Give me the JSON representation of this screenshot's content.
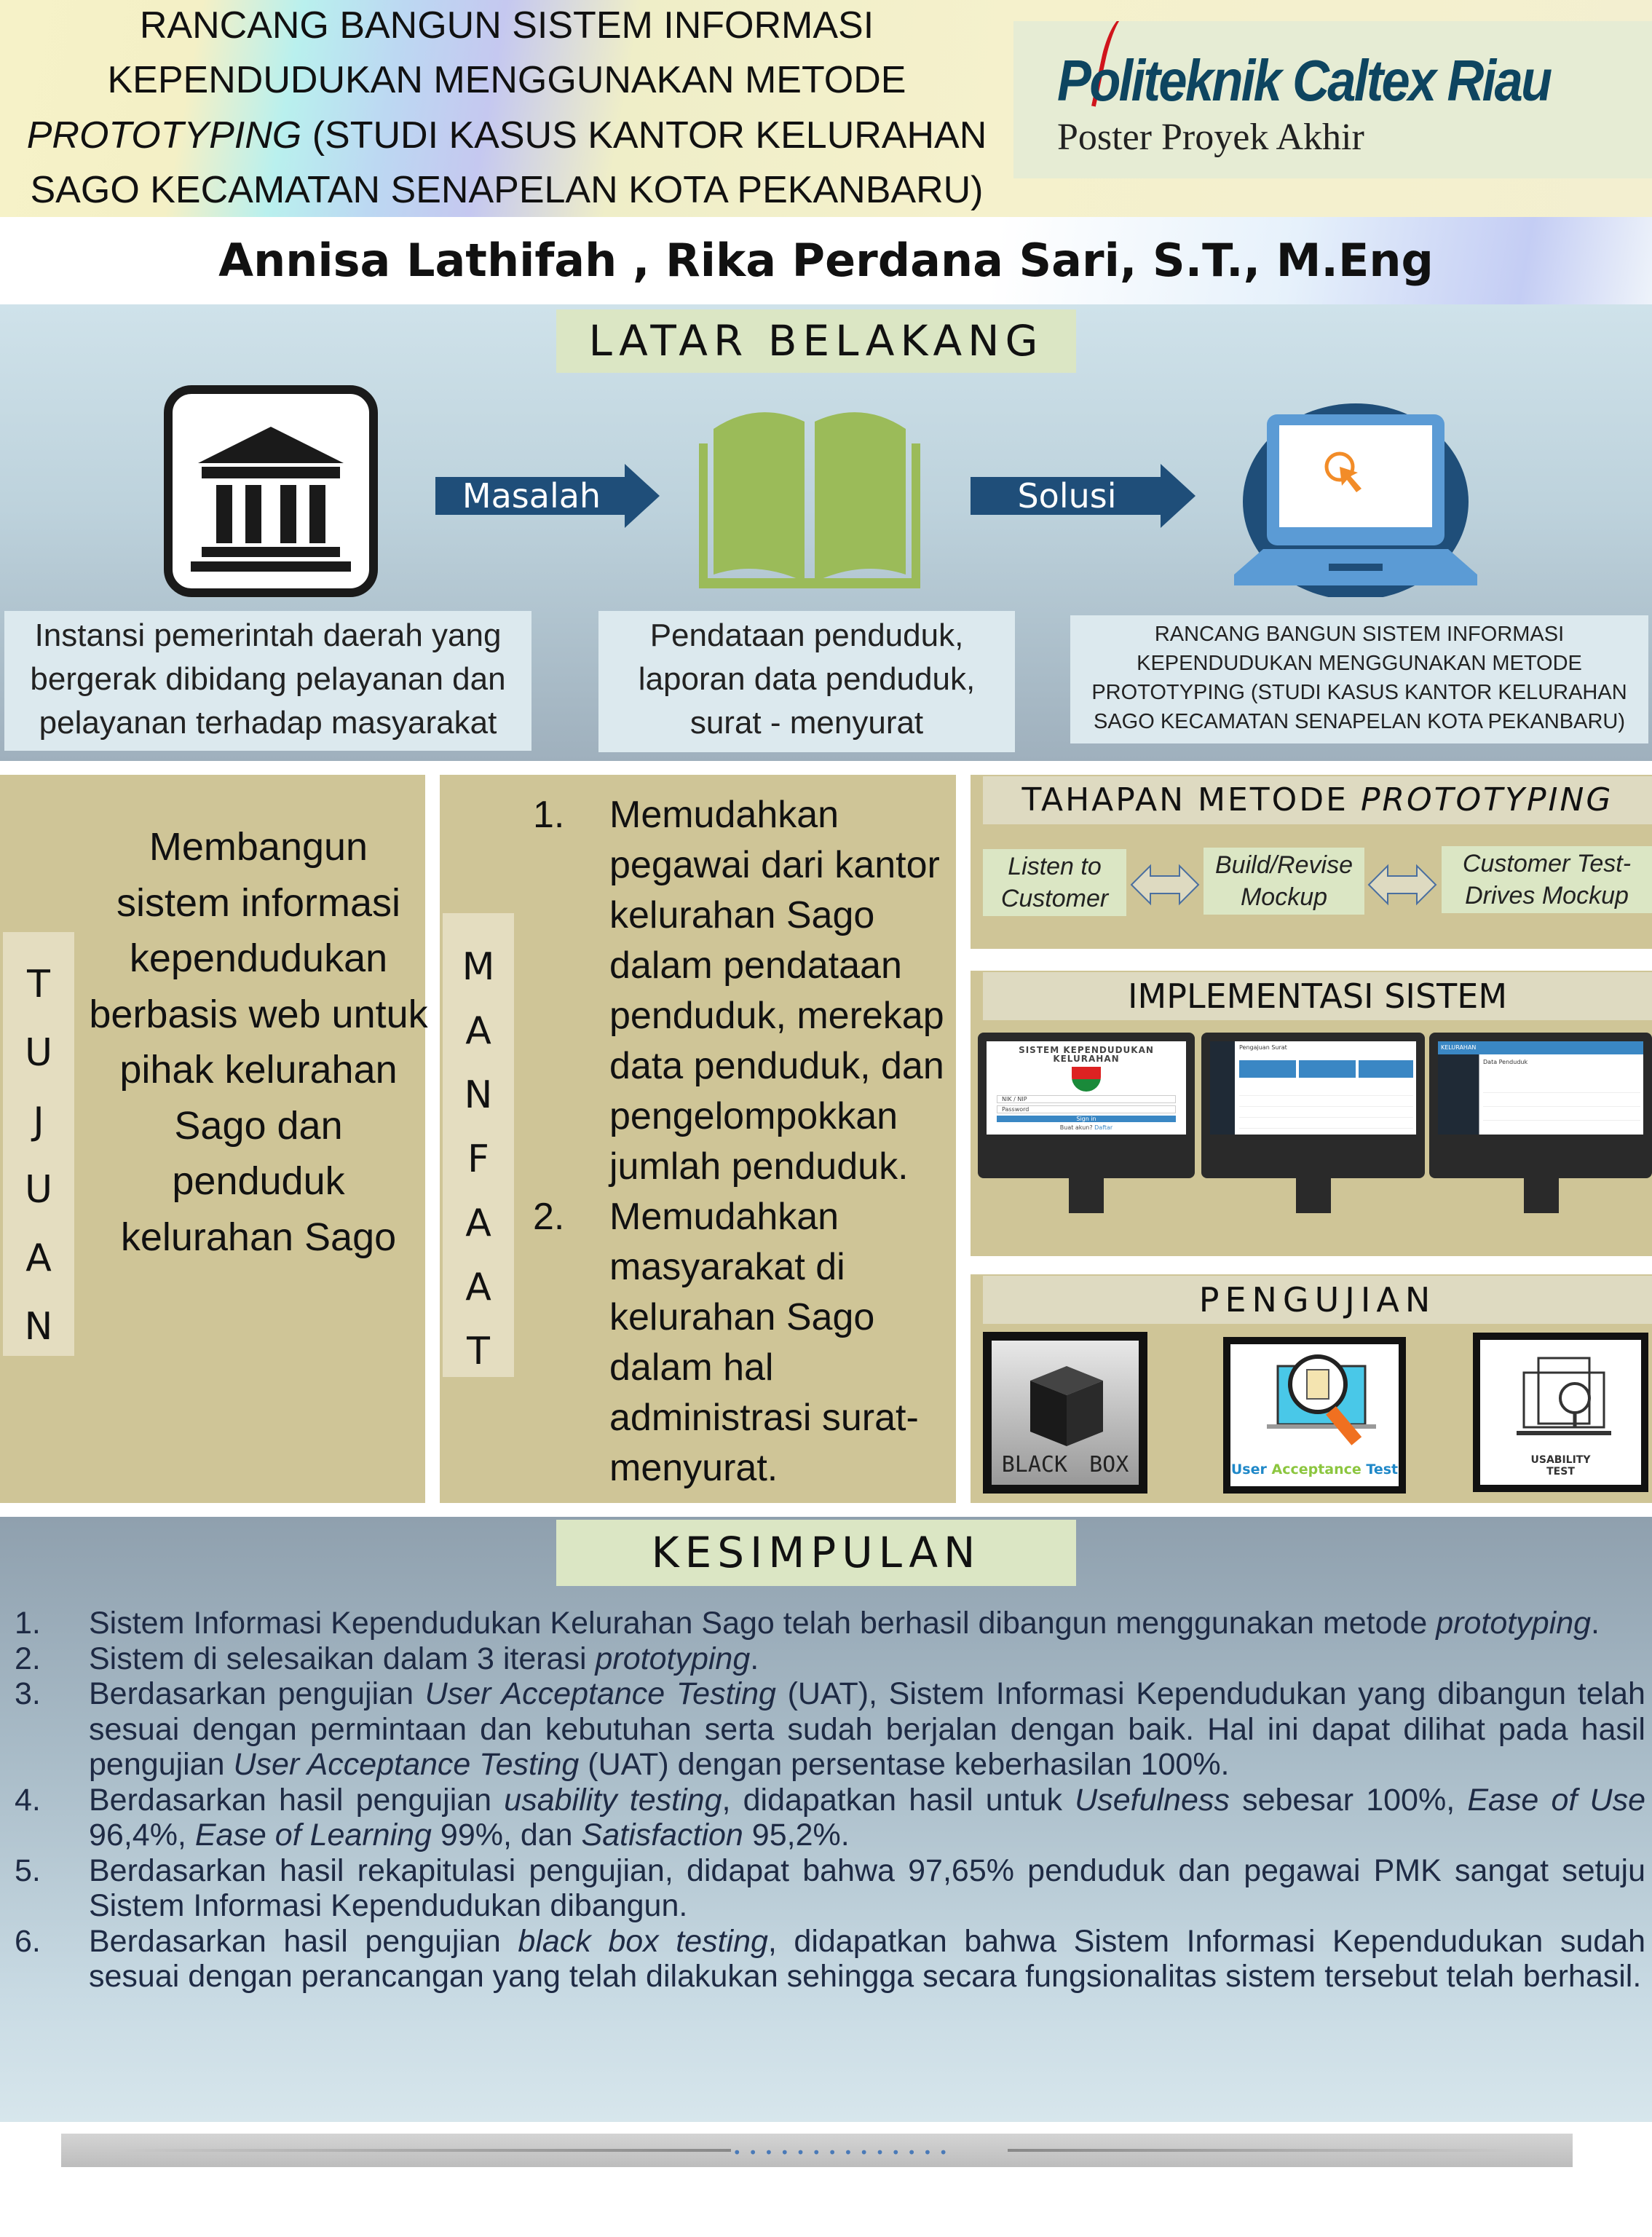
{
  "header": {
    "title_lines": [
      "RANCANG BANGUN SISTEM INFORMASI",
      "KEPENDUDUKAN MENGGUNAKAN METODE"
    ],
    "title_line3_italic": "PROTOTYPING",
    "title_line3_rest": " (STUDI KASUS KANTOR KELURAHAN",
    "title_line4": "SAGO KECAMATAN SENAPELAN KOTA PEKANBARU)",
    "logo_brand": "Politeknik Caltex Riau",
    "logo_sub": "Poster Proyek Akhir",
    "authors": "Annisa Lathifah , Rika Perdana Sari, S.T., M.Eng"
  },
  "latar": {
    "title": "LATAR BELAKANG",
    "arrow1": "Masalah",
    "arrow2": "Solusi",
    "box1": "Instansi pemerintah daerah yang bergerak dibidang pelayanan dan pelayanan terhadap masyarakat",
    "box2": "Pendataan penduduk, laporan data penduduk, surat - menyurat",
    "box3": "RANCANG BANGUN SISTEM INFORMASI KEPENDUDUKAN MENGGUNAKAN METODE PROTOTYPING (STUDI KASUS KANTOR KELURAHAN SAGO KECAMATAN SENAPELAN KOTA PEKANBARU)",
    "icons": [
      "government-building-icon",
      "open-book-icon",
      "laptop-click-icon"
    ]
  },
  "tujuan": {
    "letters": [
      "T",
      "U",
      "J",
      "U",
      "A",
      "N"
    ],
    "text": "Membangun sistem informasi kependudukan berbasis web untuk pihak kelurahan Sago dan penduduk kelurahan Sago"
  },
  "manfaat": {
    "letters": [
      "M",
      "A",
      "N",
      "F",
      "A",
      "A",
      "T"
    ],
    "items": [
      {
        "num": "1.",
        "text": "Memudahkan pegawai dari kantor kelurahan Sago dalam pendataan penduduk, merekap data penduduk, dan pengelompokkan jumlah penduduk."
      },
      {
        "num": "2.",
        "text": "Memudahkan masyarakat di kelurahan Sago dalam hal administrasi surat-menyurat."
      }
    ]
  },
  "tahapan": {
    "title_plain": "TAHAPAN METODE ",
    "title_italic": "PROTOTYPING",
    "steps": [
      "Listen to Customer",
      "Build/Revise Mockup",
      "Customer Test-Drives Mockup"
    ]
  },
  "implementasi": {
    "title": "IMPLEMENTASI SISTEM",
    "login_title": "SISTEM KEPENDUDUKAN KELURAHAN",
    "login_nik": "NIK / NIP",
    "login_password": "Password",
    "login_button": "Sign in",
    "login_register": "Buat akun?",
    "login_register_link": "Daftar",
    "screen2_title": "Pengajuan Surat",
    "screen3_title": "Data Penduduk",
    "screen3_brand": "KELURAHAN"
  },
  "pengujian": {
    "title": "PENGUJIAN",
    "card1": "BLACK BOX",
    "card2_a": "User ",
    "card2_b": "Acceptance",
    "card2_c": " Test",
    "card3": "USABILITY TEST"
  },
  "kesimpulan": {
    "title": "KESIMPULAN",
    "items": [
      {
        "num": "1.",
        "parts": [
          {
            "t": "Sistem Informasi Kependudukan Kelurahan Sago telah berhasil dibangun menggunakan metode "
          },
          {
            "t": "prototyping",
            "i": true
          },
          {
            "t": "."
          }
        ]
      },
      {
        "num": "2.",
        "parts": [
          {
            "t": "Sistem di selesaikan dalam 3 iterasi "
          },
          {
            "t": "prototyping",
            "i": true
          },
          {
            "t": "."
          }
        ]
      },
      {
        "num": "3.",
        "parts": [
          {
            "t": "Berdasarkan pengujian "
          },
          {
            "t": "User Acceptance Testing",
            "i": true
          },
          {
            "t": " (UAT), Sistem Informasi Kependudukan yang dibangun telah sesuai dengan permintaan dan kebutuhan serta sudah berjalan dengan baik. Hal ini dapat dilihat pada hasil pengujian "
          },
          {
            "t": "User Acceptance Testing",
            "i": true
          },
          {
            "t": " (UAT) dengan persentase keberhasilan 100%."
          }
        ]
      },
      {
        "num": "4.",
        "parts": [
          {
            "t": "Berdasarkan hasil pengujian "
          },
          {
            "t": "usability testing",
            "i": true
          },
          {
            "t": ", didapatkan hasil untuk "
          },
          {
            "t": "Usefulness",
            "i": true
          },
          {
            "t": " sebesar 100%, "
          },
          {
            "t": "Ease of Use",
            "i": true
          },
          {
            "t": " 96,4%, "
          },
          {
            "t": "Ease of Learning",
            "i": true
          },
          {
            "t": " 99%, dan "
          },
          {
            "t": "Satisfaction",
            "i": true
          },
          {
            "t": " 95,2%."
          }
        ]
      },
      {
        "num": "5.",
        "parts": [
          {
            "t": "Berdasarkan hasil rekapitulasi pengujian, didapat bahwa 97,65% penduduk dan pegawai PMK sangat setuju Sistem Informasi Kependudukan dibangun."
          }
        ]
      },
      {
        "num": "6.",
        "parts": [
          {
            "t": "Berdasarkan hasil pengujian "
          },
          {
            "t": "black box testing",
            "i": true
          },
          {
            "t": ", didapatkan bahwa Sistem Informasi Kependudukan sudah sesuai dengan perancangan yang telah dilakukan sehingga secara fungsionalitas sistem tersebut telah berhasil."
          }
        ]
      }
    ]
  },
  "colors": {
    "panel": "#cfc597",
    "title_box": "#dbe6c4",
    "navy": "#1f4e79",
    "brand": "#0e4560"
  }
}
